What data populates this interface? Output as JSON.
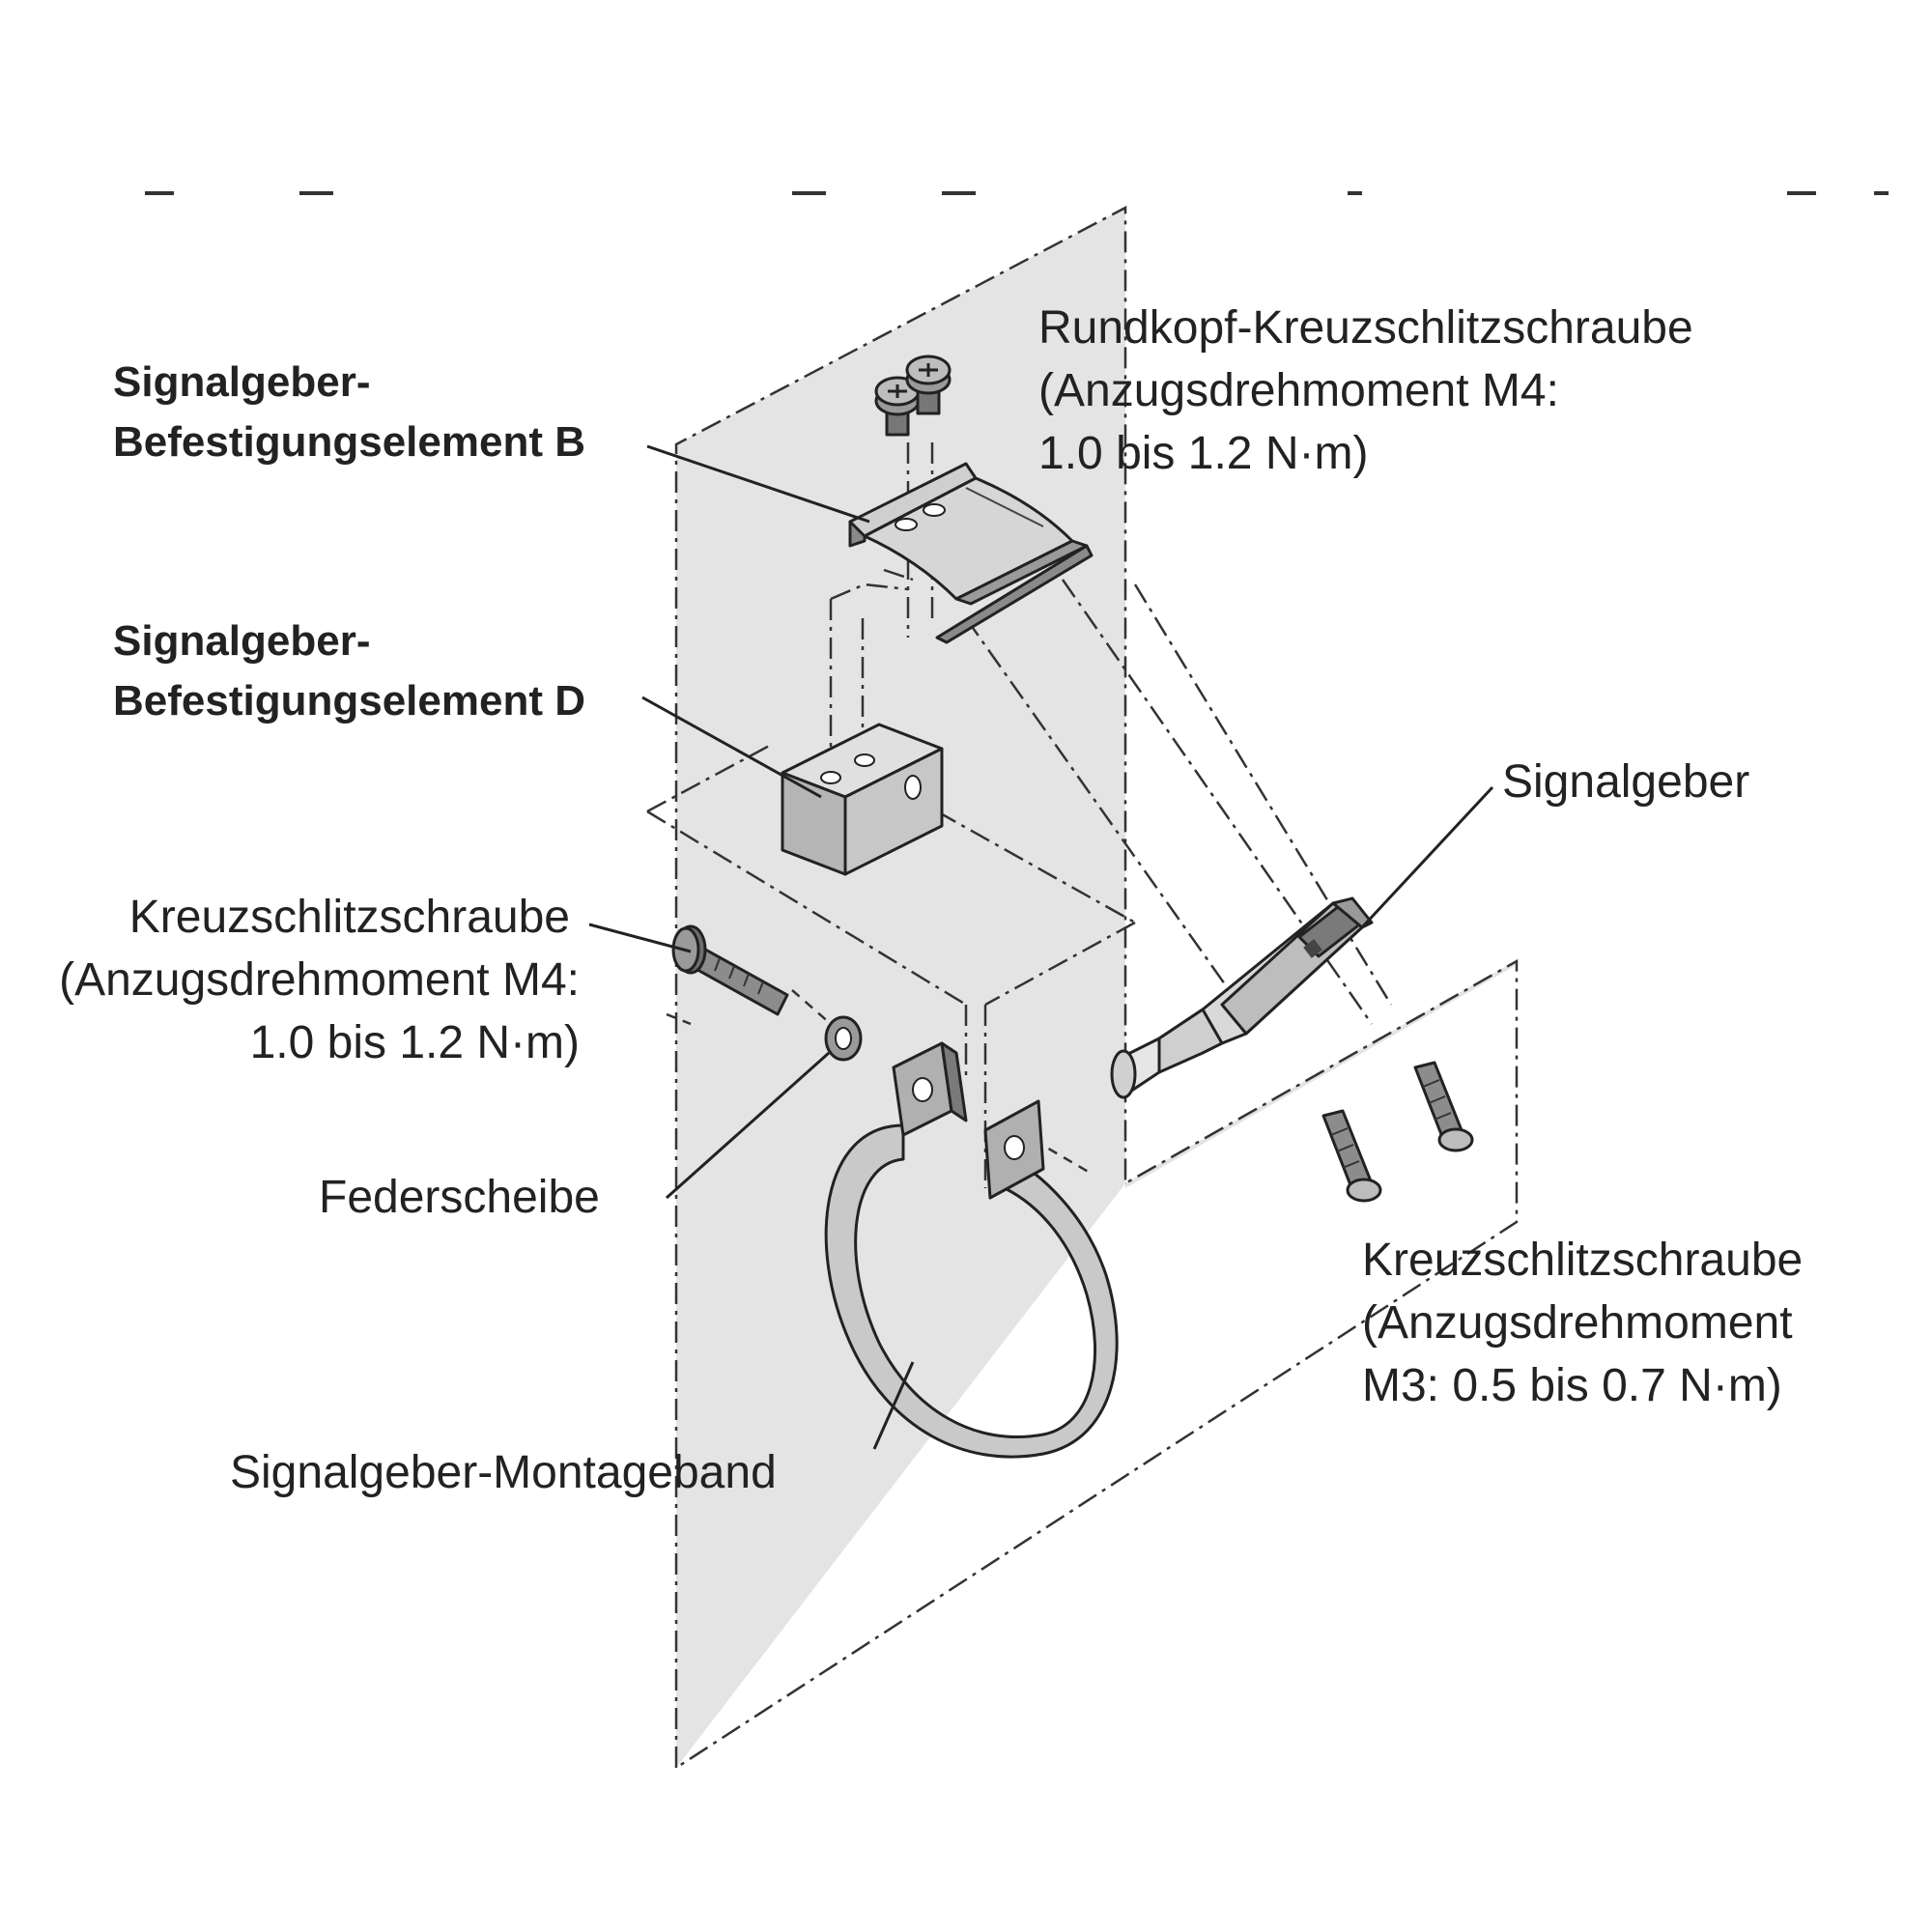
{
  "labels": {
    "mount_b_line1": "Signalgeber-",
    "mount_b_line2": "Befestigungselement B",
    "mount_d_line1": "Signalgeber-",
    "mount_d_line2": "Befestigungselement D",
    "panhead_line1": "Rundkopf-Kreuzschlitzschraube",
    "panhead_line2": "(Anzugsdrehmoment M4:",
    "panhead_line3": "1.0 bis 1.2 N·m)",
    "signalgeber": "Signalgeber",
    "screw_m4_line1": "Kreuzschlitzschraube",
    "screw_m4_line2": "(Anzugsdrehmoment M4:",
    "screw_m4_line3": "1.0 bis 1.2 N·m)",
    "federscheibe": "Federscheibe",
    "montageband": "Signalgeber-Montageband",
    "screw_m3_line1": "Kreuzschlitzschraube",
    "screw_m3_line2": "(Anzugsdrehmoment",
    "screw_m3_line3": "M3: 0.5 bis 0.7 N·m)"
  },
  "colors": {
    "panel": "#e4e4e4",
    "part_fill": "#c8c8c8",
    "part_dark": "#8a8a8a",
    "line": "#222222"
  }
}
